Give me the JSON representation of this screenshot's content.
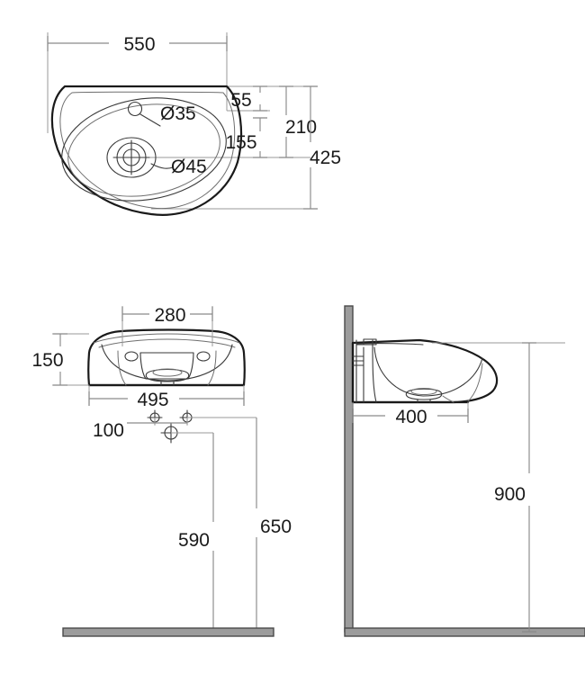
{
  "drawing": {
    "type": "technical-drawing",
    "subject": "wall-hung washbasin",
    "units": "mm",
    "line_color": "#1a1a1a",
    "dimension_line_color": "#8a8a8a",
    "hatch_color": "#9a9a9a",
    "background": "#ffffff"
  },
  "views": {
    "plan": {
      "name": "top view",
      "dimensions": {
        "width": "550",
        "depth_total": "425",
        "tap_hole_from_back": "55",
        "bowl_center_from_back": "210",
        "drain_from_back": "155"
      },
      "callouts": {
        "tap_hole": "Ø35",
        "drain": "Ø45"
      }
    },
    "front": {
      "name": "front elevation",
      "dimensions": {
        "height": "150",
        "top_inner_width": "280",
        "base_width": "495",
        "bolt_spacing": "100",
        "waste_to_floor": "590",
        "trap_to_floor": "650"
      }
    },
    "side": {
      "name": "side elevation",
      "dimensions": {
        "projection": "400",
        "rim_height_from_floor": "900"
      }
    }
  },
  "labels": {
    "d550": "550",
    "d55": "55",
    "d210": "210",
    "d155": "155",
    "d425": "425",
    "dia35": "Ø35",
    "dia45": "Ø45",
    "d280": "280",
    "d150": "150",
    "d495": "495",
    "d100": "100",
    "d590": "590",
    "d650": "650",
    "d400": "400",
    "d900": "900"
  }
}
